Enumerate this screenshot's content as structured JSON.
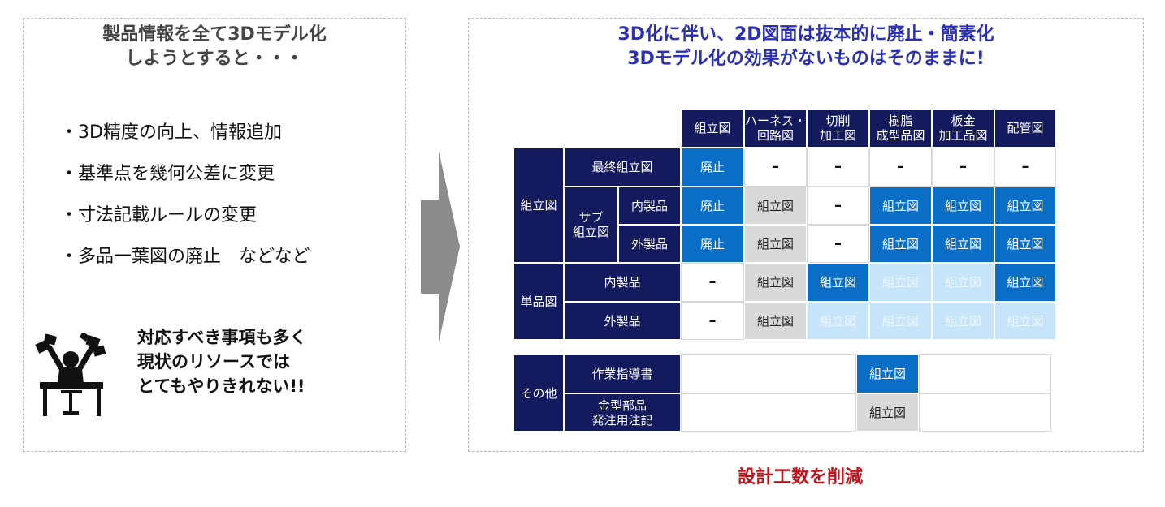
{
  "left": {
    "title_line1": "製品情報を全て3Dモデル化",
    "title_line2": "しようとすると・・・",
    "bullets": [
      "・3D精度の向上、情報追加",
      "・基準点を幾何公差に変更",
      "・寸法記載ルールの変更",
      "・多品一葉図の廃止　などなど"
    ],
    "note": [
      "対応すべき事項も多く",
      "現状のリソースでは",
      "とてもやりきれない!!"
    ],
    "icon": "overwhelmed-worker-icon"
  },
  "arrow": {
    "icon": "right-arrow-icon",
    "color": "#8c8c8c"
  },
  "right": {
    "title_line1": "3D化に伴い、2D図面は抜本的に廃止・簡素化",
    "title_line2": "3Dモデル化の効果がないものはそのままに!"
  },
  "table": {
    "columns": [
      [
        "組立図"
      ],
      [
        "ハーネス・",
        "回路図"
      ],
      [
        "切削",
        "加工図"
      ],
      [
        "樹脂",
        "成型品図"
      ],
      [
        "板金",
        "加工品図"
      ],
      [
        "配管図"
      ]
    ],
    "group_assembly": "組立図",
    "group_sub": [
      "サブ",
      "組立図"
    ],
    "group_part": "単品図",
    "rows": [
      {
        "label": "最終組立図",
        "cells": [
          "廃止",
          "–",
          "–",
          "–",
          "–",
          "–"
        ]
      },
      {
        "label": "内製品",
        "cells": [
          "廃止",
          "組立図",
          "–",
          "組立図",
          "組立図",
          "組立図"
        ]
      },
      {
        "label": "外製品",
        "cells": [
          "廃止",
          "組立図",
          "–",
          "組立図",
          "組立図",
          "組立図"
        ]
      },
      {
        "label": "内製品",
        "cells": [
          "–",
          "組立図",
          "組立図",
          "組立図",
          "組立図",
          "組立図"
        ]
      },
      {
        "label": "外製品",
        "cells": [
          "–",
          "組立図",
          "組立図",
          "組立図",
          "組立図",
          "組立図"
        ]
      }
    ]
  },
  "other_table": {
    "group": "その他",
    "rows": [
      {
        "label": [
          "作業指導書"
        ],
        "value": "組立図"
      },
      {
        "label": [
          "金型部品",
          "発注用注記"
        ],
        "value": "組立図"
      }
    ]
  },
  "colors": {
    "header_navy": "#141a5e",
    "blue": "#0a6ec7",
    "light_blue": "#c6e4fa",
    "gray": "#d9d9d9",
    "title_blue": "#2a2fb5",
    "footer_red": "#c0121a"
  },
  "footer": "設計工数を削減"
}
